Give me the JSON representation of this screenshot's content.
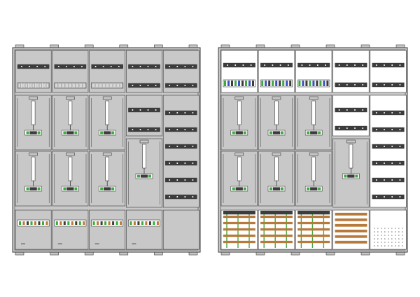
{
  "colors": {
    "background": "#ffffff",
    "panel_fill": "#c8c8c8",
    "interior_white": "#ffffff",
    "outline": "#3a3a3a",
    "rail_dark": "#3c3c3c",
    "terminal_green": "#3caa3c",
    "terminal_blue": "#3c50c8",
    "busbar_brown": "#b87a3a",
    "meter_window": "#e6e6e6"
  },
  "diagrams": [
    {
      "name": "closed-view",
      "columns": 5,
      "meter_rows": 2
    },
    {
      "name": "open-view",
      "columns": 5,
      "meter_rows": 2
    }
  ]
}
